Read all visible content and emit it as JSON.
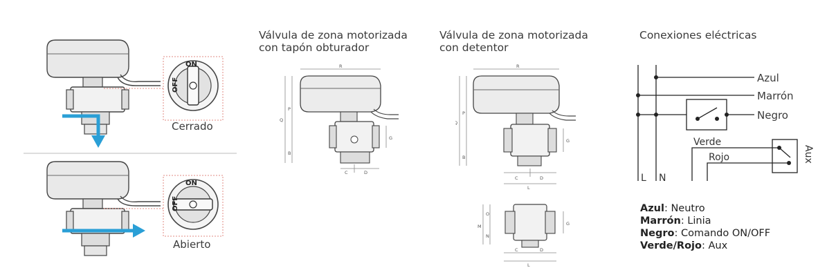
{
  "panel_states": {
    "closed_label": "Cerrado",
    "open_label": "Abierto",
    "knob_on": "ON",
    "knob_off": "OFF"
  },
  "panel_plug": {
    "title_line1": "Válvula de zona motorizada",
    "title_line2": "con tapón obturador",
    "dims": {
      "R": "R",
      "Q": "Q",
      "P": "P",
      "B": "B",
      "G": "G",
      "C": "C",
      "D": "D"
    }
  },
  "panel_detent": {
    "title_line1": "Válvula de zona motorizada",
    "title_line2": "con detentor",
    "dims": {
      "R": "R",
      "Q": "Q",
      "P": "P",
      "B": "B",
      "G": "G",
      "C": "C",
      "D": "D",
      "L": "L",
      "M": "M",
      "O": "O",
      "N": "N"
    }
  },
  "panel_electric": {
    "title": "Conexiones eléctricas",
    "wire_azul": "Azul",
    "wire_marron": "Marrón",
    "wire_negro": "Negro",
    "wire_verde": "Verde",
    "wire_rojo": "Rojo",
    "aux": "Aux",
    "terminal_l": "L",
    "terminal_n": "N",
    "legend": [
      {
        "key": "Azul",
        "value": ": Neutro"
      },
      {
        "key": "Marrón",
        "value": ": Linia"
      },
      {
        "key": "Negro",
        "value": ": Comando ON/OFF"
      },
      {
        "key": "Verde/Rojo",
        "value": ": Aux"
      }
    ]
  },
  "colors": {
    "flow_arrow": "#2a9fd6",
    "outline": "#444444",
    "callout_border": "#e08a80",
    "body_fill": "#eeeeee",
    "dim_line": "#888888"
  }
}
